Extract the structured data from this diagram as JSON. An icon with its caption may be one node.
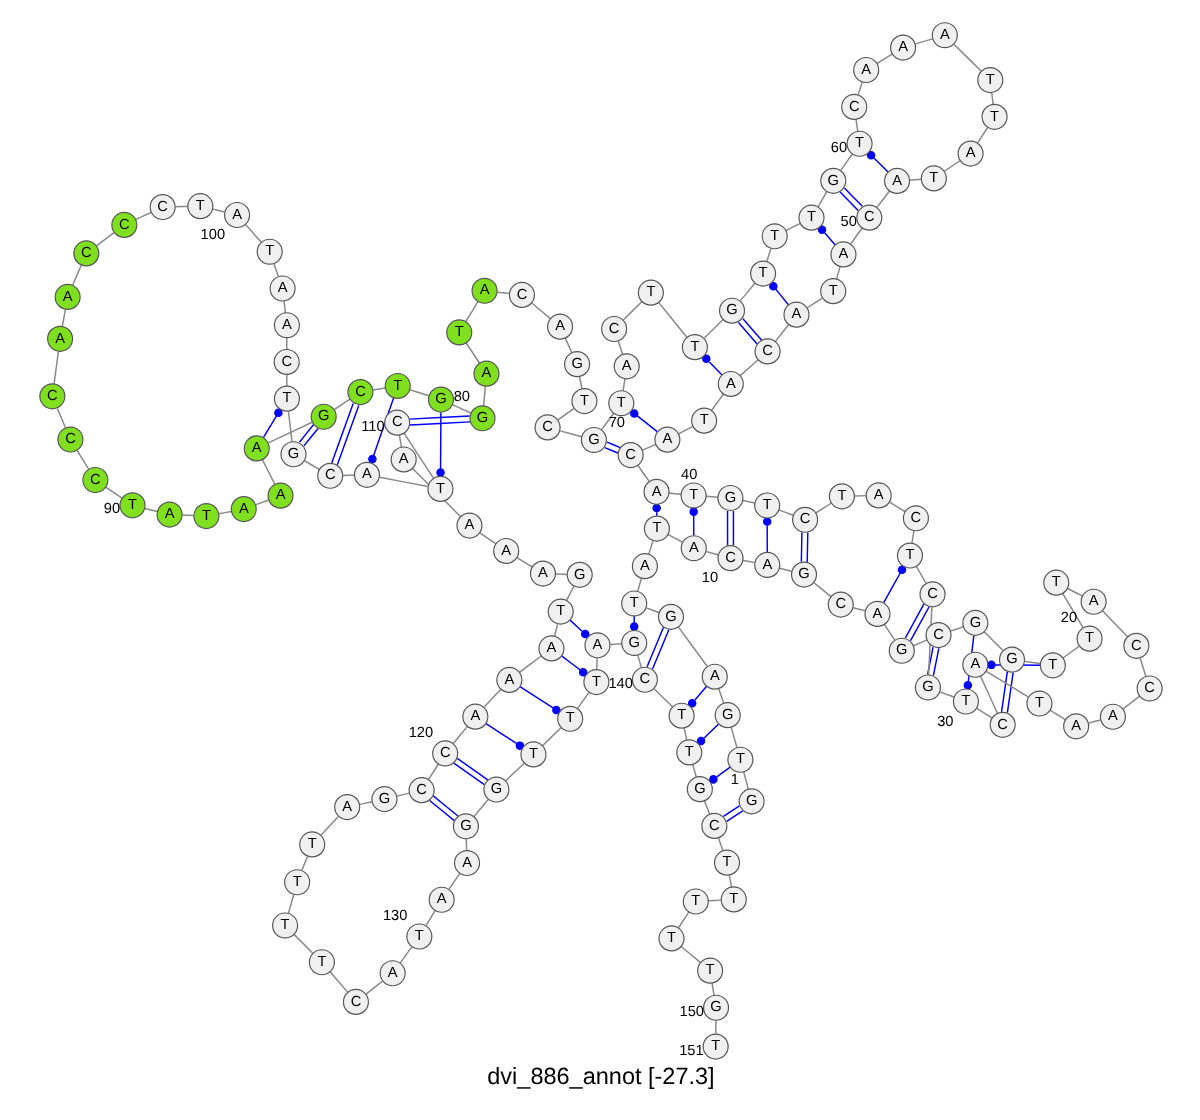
{
  "diagram": {
    "caption": "dvi_886_annot [-27.3]",
    "nodes": [
      {
        "text": [
          "G"
        ],
        "beside": [
          "1"
        ]
      },
      {
        "text": [
          "T"
        ]
      },
      {
        "text": [
          "G"
        ]
      },
      {
        "text": [
          "A"
        ]
      },
      {
        "text": [
          "G"
        ]
      },
      {
        "text": [
          "T"
        ]
      },
      {
        "text": [
          "A"
        ]
      },
      {
        "text": [
          "T"
        ]
      },
      {
        "text": [
          "A"
        ]
      },
      {
        "text": [
          "C"
        ],
        "beside": [
          "10"
        ]
      },
      {
        "text": [
          "A"
        ]
      },
      {
        "text": [
          "G"
        ]
      },
      {
        "text": [
          "C"
        ]
      },
      {
        "text": [
          "A"
        ]
      },
      {
        "text": [
          "G"
        ]
      },
      {
        "text": [
          "C"
        ]
      },
      {
        "text": [
          "G"
        ]
      },
      {
        "text": [
          "G"
        ]
      },
      {
        "text": [
          "T"
        ]
      },
      {
        "text": [
          "T"
        ],
        "beside": [
          "20"
        ]
      },
      {
        "text": [
          "T"
        ]
      },
      {
        "text": [
          "A"
        ]
      },
      {
        "text": [
          "C"
        ]
      },
      {
        "text": [
          "C"
        ]
      },
      {
        "text": [
          "A"
        ]
      },
      {
        "text": [
          "A"
        ]
      },
      {
        "text": [
          "T"
        ]
      },
      {
        "text": [
          "A"
        ]
      },
      {
        "text": [
          "C"
        ]
      },
      {
        "text": [
          "T"
        ],
        "beside": [
          "30"
        ]
      },
      {
        "text": [
          "G"
        ]
      },
      {
        "text": [
          "C"
        ]
      },
      {
        "text": [
          "T"
        ]
      },
      {
        "text": [
          "C"
        ]
      },
      {
        "text": [
          "A"
        ]
      },
      {
        "text": [
          "T"
        ]
      },
      {
        "text": [
          "C"
        ]
      },
      {
        "text": [
          "T"
        ]
      },
      {
        "text": [
          "G"
        ]
      },
      {
        "text": [
          "T"
        ],
        "beside": [
          "40"
        ]
      },
      {
        "text": [
          "A"
        ]
      },
      {
        "text": [
          "C"
        ]
      },
      {
        "text": [
          "A"
        ]
      },
      {
        "text": [
          "T"
        ]
      },
      {
        "text": [
          "A"
        ]
      },
      {
        "text": [
          "C"
        ]
      },
      {
        "text": [
          "A"
        ]
      },
      {
        "text": [
          "T"
        ]
      },
      {
        "text": [
          "A"
        ]
      },
      {
        "text": [
          "C"
        ],
        "beside": [
          "50"
        ]
      },
      {
        "text": [
          "A"
        ]
      },
      {
        "text": [
          "T"
        ]
      },
      {
        "text": [
          "A"
        ]
      },
      {
        "text": [
          "T"
        ]
      },
      {
        "text": [
          "T"
        ]
      },
      {
        "text": [
          "A"
        ]
      },
      {
        "text": [
          "A"
        ]
      },
      {
        "text": [
          "A"
        ]
      },
      {
        "text": [
          "C"
        ]
      },
      {
        "text": [
          "T"
        ],
        "beside": [
          "60"
        ]
      },
      {
        "text": [
          "G"
        ]
      },
      {
        "text": [
          "T"
        ]
      },
      {
        "text": [
          "T"
        ]
      },
      {
        "text": [
          "T"
        ]
      },
      {
        "text": [
          "G"
        ]
      },
      {
        "text": [
          "T"
        ]
      },
      {
        "text": [
          "T"
        ]
      },
      {
        "text": [
          "C"
        ]
      },
      {
        "text": [
          "A"
        ]
      },
      {
        "text": [
          "T"
        ],
        "beside": [
          "70"
        ]
      },
      {
        "text": [
          "G"
        ]
      },
      {
        "text": [
          "C"
        ]
      },
      {
        "text": [
          "T"
        ]
      },
      {
        "text": [
          "G"
        ]
      },
      {
        "text": [
          "A"
        ]
      },
      {
        "text": [
          "C"
        ]
      },
      {
        "text": [
          "A"
        ]
      },
      {
        "text": [
          "T"
        ]
      },
      {
        "text": [
          "A"
        ]
      },
      {
        "text": [
          "G"
        ],
        "beside": [
          "80"
        ]
      },
      {
        "text": [
          "G"
        ]
      },
      {
        "text": [
          "T"
        ]
      },
      {
        "text": [
          "C"
        ]
      },
      {
        "text": [
          "G"
        ]
      },
      {
        "text": [
          "A"
        ]
      },
      {
        "text": [
          "A"
        ]
      },
      {
        "text": [
          "A"
        ]
      },
      {
        "text": [
          "T"
        ]
      },
      {
        "text": [
          "A"
        ]
      },
      {
        "text": [
          "T"
        ],
        "beside": [
          "90"
        ]
      },
      {
        "text": [
          "C"
        ]
      },
      {
        "text": [
          "C"
        ]
      },
      {
        "text": [
          "C"
        ]
      },
      {
        "text": [
          "A"
        ]
      },
      {
        "text": [
          "A"
        ]
      },
      {
        "text": [
          "C"
        ]
      },
      {
        "text": [
          "C"
        ]
      },
      {
        "text": [
          "C"
        ]
      },
      {
        "text": [
          "T"
        ]
      },
      {
        "text": [
          "A"
        ],
        "beside": [
          "100"
        ]
      },
      {
        "text": [
          "T"
        ]
      },
      {
        "text": [
          "A"
        ]
      },
      {
        "text": [
          "A"
        ]
      },
      {
        "text": [
          "C"
        ]
      },
      {
        "text": [
          "T"
        ]
      },
      {
        "text": [
          "G"
        ]
      },
      {
        "text": [
          "C"
        ]
      },
      {
        "text": [
          "A"
        ]
      },
      {
        "text": [
          "T"
        ]
      },
      {
        "text": [
          "C"
        ],
        "beside": [
          "110"
        ]
      },
      {
        "text": [
          "A"
        ]
      },
      {
        "text": [
          "A"
        ]
      },
      {
        "text": [
          "A"
        ]
      },
      {
        "text": [
          "A"
        ]
      },
      {
        "text": [
          "G"
        ]
      },
      {
        "text": [
          "T"
        ]
      },
      {
        "text": [
          "A"
        ]
      },
      {
        "text": [
          "A"
        ]
      },
      {
        "text": [
          "A"
        ]
      },
      {
        "text": [
          "C"
        ],
        "beside": [
          "120"
        ]
      },
      {
        "text": [
          "C"
        ]
      },
      {
        "text": [
          "G"
        ]
      },
      {
        "text": [
          "A"
        ]
      },
      {
        "text": [
          "T"
        ]
      },
      {
        "text": [
          "T"
        ]
      },
      {
        "text": [
          "T"
        ]
      },
      {
        "text": [
          "T"
        ]
      },
      {
        "text": [
          "C"
        ]
      },
      {
        "text": [
          "A"
        ]
      },
      {
        "text": [
          "T"
        ],
        "beside": [
          "130"
        ]
      },
      {
        "text": [
          "A"
        ]
      },
      {
        "text": [
          "A"
        ]
      },
      {
        "text": [
          "G"
        ]
      },
      {
        "text": [
          "G"
        ]
      },
      {
        "text": [
          "T"
        ]
      },
      {
        "text": [
          "T"
        ]
      },
      {
        "text": [
          "T"
        ]
      },
      {
        "text": [
          "A"
        ]
      },
      {
        "text": [
          "G"
        ]
      },
      {
        "text": [
          "C"
        ],
        "beside": [
          "140"
        ]
      },
      {
        "text": [
          "T"
        ]
      },
      {
        "text": [
          "T"
        ]
      },
      {
        "text": [
          "G"
        ]
      },
      {
        "text": [
          "C"
        ]
      },
      {
        "text": [
          "T"
        ]
      },
      {
        "text": [
          "T"
        ]
      },
      {
        "text": [
          "T"
        ]
      },
      {
        "text": [
          "T"
        ]
      },
      {
        "text": [
          "T"
        ]
      },
      {
        "text": [
          "G"
        ],
        "beside": [
          "150"
        ]
      },
      {
        "text": [
          "T"
        ],
        "beside": [
          "151"
        ]
      }
    ],
    "edges": [
      {
        "from": 0,
        "to": 1,
        "arrow": "none"
      },
      {
        "from": 1,
        "to": 2,
        "arrow": "none"
      },
      {
        "from": 2,
        "to": 3,
        "arrow": "none"
      },
      {
        "from": 3,
        "to": 4,
        "arrow": "none"
      },
      {
        "from": 4,
        "to": 5,
        "arrow": "none"
      },
      {
        "from": 5,
        "to": 6,
        "arrow": "none"
      },
      {
        "from": 6,
        "to": 7,
        "arrow": "none"
      },
      {
        "from": 7,
        "to": 8,
        "arrow": "none"
      },
      {
        "from": 8,
        "to": 9,
        "arrow": "none"
      },
      {
        "from": 9,
        "to": 10,
        "arrow": "none"
      },
      {
        "from": 10,
        "to": 11,
        "arrow": "none"
      },
      {
        "from": 11,
        "to": 12,
        "arrow": "none"
      },
      {
        "from": 12,
        "to": 13,
        "arrow": "none"
      },
      {
        "from": 13,
        "to": 14,
        "arrow": "none"
      },
      {
        "from": 14,
        "to": 15,
        "arrow": "none"
      },
      {
        "from": 15,
        "to": 16,
        "arrow": "none"
      },
      {
        "from": 16,
        "to": 17,
        "arrow": "none"
      },
      {
        "from": 17,
        "to": 18,
        "arrow": "none"
      },
      {
        "from": 18,
        "to": 19,
        "arrow": "none"
      },
      {
        "from": 19,
        "to": 20,
        "arrow": "none"
      },
      {
        "from": 20,
        "to": 21,
        "arrow": "none"
      },
      {
        "from": 21,
        "to": 22,
        "arrow": "none"
      },
      {
        "from": 22,
        "to": 23,
        "arrow": "none"
      },
      {
        "from": 23,
        "to": 24,
        "arrow": "none"
      },
      {
        "from": 24,
        "to": 25,
        "arrow": "none"
      },
      {
        "from": 25,
        "to": 26,
        "arrow": "none"
      },
      {
        "from": 26,
        "to": 27,
        "arrow": "none"
      },
      {
        "from": 27,
        "to": 28,
        "arrow": "none"
      },
      {
        "from": 28,
        "to": 29,
        "arrow": "none"
      },
      {
        "from": 29,
        "to": 30,
        "arrow": "none"
      },
      {
        "from": 30,
        "to": 31,
        "arrow": "none"
      },
      {
        "from": 31,
        "to": 32,
        "arrow": "none"
      },
      {
        "from": 32,
        "to": 33,
        "arrow": "none"
      },
      {
        "from": 33,
        "to": 34,
        "arrow": "none"
      },
      {
        "from": 34,
        "to": 35,
        "arrow": "none"
      },
      {
        "from": 35,
        "to": 36,
        "arrow": "none"
      },
      {
        "from": 36,
        "to": 37,
        "arrow": "none"
      },
      {
        "from": 37,
        "to": 38,
        "arrow": "none"
      },
      {
        "from": 38,
        "to": 39,
        "arrow": "none"
      },
      {
        "from": 39,
        "to": 40,
        "arrow": "none"
      },
      {
        "from": 40,
        "to": 41,
        "arrow": "none"
      },
      {
        "from": 41,
        "to": 42,
        "arrow": "none"
      },
      {
        "from": 42,
        "to": 43,
        "arrow": "none"
      },
      {
        "from": 43,
        "to": 44,
        "arrow": "none"
      },
      {
        "from": 44,
        "to": 45,
        "arrow": "none"
      },
      {
        "from": 45,
        "to": 46,
        "arrow": "none"
      },
      {
        "from": 46,
        "to": 47,
        "arrow": "none"
      },
      {
        "from": 47,
        "to": 48,
        "arrow": "none"
      },
      {
        "from": 48,
        "to": 49,
        "arrow": "none"
      },
      {
        "from": 49,
        "to": 50,
        "arrow": "none"
      },
      {
        "from": 50,
        "to": 51,
        "arrow": "none"
      },
      {
        "from": 51,
        "to": 52,
        "arrow": "none"
      },
      {
        "from": 52,
        "to": 53,
        "arrow": "none"
      },
      {
        "from": 53,
        "to": 54,
        "arrow": "none"
      },
      {
        "from": 54,
        "to": 55,
        "arrow": "none"
      },
      {
        "from": 55,
        "to": 56,
        "arrow": "none"
      },
      {
        "from": 56,
        "to": 57,
        "arrow": "none"
      },
      {
        "from": 57,
        "to": 58,
        "arrow": "none"
      },
      {
        "from": 58,
        "to": 59,
        "arrow": "none"
      },
      {
        "from": 59,
        "to": 60,
        "arrow": "none"
      },
      {
        "from": 60,
        "to": 61,
        "arrow": "none"
      },
      {
        "from": 61,
        "to": 62,
        "arrow": "none"
      },
      {
        "from": 62,
        "to": 63,
        "arrow": "none"
      },
      {
        "from": 63,
        "to": 64,
        "arrow": "none"
      },
      {
        "from": 64,
        "to": 65,
        "arrow": "none"
      },
      {
        "from": 65,
        "to": 66,
        "arrow": "none"
      },
      {
        "from": 66,
        "to": 67,
        "arrow": "none"
      },
      {
        "from": 67,
        "to": 68,
        "arrow": "none"
      },
      {
        "from": 68,
        "to": 69,
        "arrow": "none"
      },
      {
        "from": 69,
        "to": 70,
        "arrow": "none"
      },
      {
        "from": 70,
        "to": 71,
        "arrow": "none"
      },
      {
        "from": 71,
        "to": 72,
        "arrow": "none"
      },
      {
        "from": 72,
        "to": 73,
        "arrow": "none"
      },
      {
        "from": 73,
        "to": 74,
        "arrow": "none"
      },
      {
        "from": 74,
        "to": 75,
        "arrow": "none"
      },
      {
        "from": 75,
        "to": 76,
        "arrow": "none"
      },
      {
        "from": 76,
        "to": 77,
        "arrow": "none"
      },
      {
        "from": 77,
        "to": 78,
        "arrow": "none"
      },
      {
        "from": 78,
        "to": 79,
        "arrow": "none"
      },
      {
        "from": 79,
        "to": 80,
        "arrow": "none"
      },
      {
        "from": 80,
        "to": 81,
        "arrow": "none"
      },
      {
        "from": 81,
        "to": 82,
        "arrow": "none"
      },
      {
        "from": 82,
        "to": 83,
        "arrow": "none"
      },
      {
        "from": 83,
        "to": 84,
        "arrow": "none"
      },
      {
        "from": 84,
        "to": 85,
        "arrow": "none"
      },
      {
        "from": 85,
        "to": 86,
        "arrow": "none"
      },
      {
        "from": 86,
        "to": 87,
        "arrow": "none"
      },
      {
        "from": 87,
        "to": 88,
        "arrow": "none"
      },
      {
        "from": 88,
        "to": 89,
        "arrow": "none"
      },
      {
        "from": 89,
        "to": 90,
        "arrow": "none"
      },
      {
        "from": 90,
        "to": 91,
        "arrow": "none"
      },
      {
        "from": 91,
        "to": 92,
        "arrow": "none"
      },
      {
        "from": 92,
        "to": 93,
        "arrow": "none"
      },
      {
        "from": 93,
        "to": 94,
        "arrow": "none"
      },
      {
        "from": 94,
        "to": 95,
        "arrow": "none"
      },
      {
        "from": 95,
        "to": 96,
        "arrow": "none"
      },
      {
        "from": 96,
        "to": 97,
        "arrow": "none"
      },
      {
        "from": 97,
        "to": 98,
        "arrow": "none"
      },
      {
        "from": 98,
        "to": 99,
        "arrow": "none"
      },
      {
        "from": 99,
        "to": 100,
        "arrow": "none"
      },
      {
        "from": 100,
        "to": 101,
        "arrow": "none"
      },
      {
        "from": 101,
        "to": 102,
        "arrow": "none"
      },
      {
        "from": 102,
        "to": 103,
        "arrow": "none"
      },
      {
        "from": 103,
        "to": 104,
        "arrow": "none"
      },
      {
        "from": 104,
        "to": 105,
        "arrow": "none"
      },
      {
        "from": 105,
        "to": 106,
        "arrow": "none"
      },
      {
        "from": 106,
        "to": 107,
        "arrow": "none"
      },
      {
        "from": 107,
        "to": 108,
        "arrow": "none"
      },
      {
        "from": 108,
        "to": 109,
        "arrow": "none"
      },
      {
        "from": 109,
        "to": 110,
        "arrow": "none"
      },
      {
        "from": 110,
        "to": 111,
        "arrow": "none"
      },
      {
        "from": 111,
        "to": 112,
        "arrow": "none"
      },
      {
        "from": 112,
        "to": 113,
        "arrow": "none"
      },
      {
        "from": 113,
        "to": 114,
        "arrow": "none"
      },
      {
        "from": 114,
        "to": 115,
        "arrow": "none"
      },
      {
        "from": 115,
        "to": 116,
        "arrow": "none"
      },
      {
        "from": 116,
        "to": 117,
        "arrow": "none"
      },
      {
        "from": 117,
        "to": 118,
        "arrow": "none"
      },
      {
        "from": 118,
        "to": 119,
        "arrow": "none"
      },
      {
        "from": 119,
        "to": 120,
        "arrow": "none"
      },
      {
        "from": 120,
        "to": 121,
        "arrow": "none"
      },
      {
        "from": 121,
        "to": 122,
        "arrow": "none"
      },
      {
        "from": 122,
        "to": 123,
        "arrow": "none"
      },
      {
        "from": 123,
        "to": 124,
        "arrow": "none"
      },
      {
        "from": 124,
        "to": 125,
        "arrow": "none"
      },
      {
        "from": 125,
        "to": 126,
        "arrow": "none"
      },
      {
        "from": 126,
        "to": 127,
        "arrow": "none"
      },
      {
        "from": 127,
        "to": 128,
        "arrow": "none"
      },
      {
        "from": 128,
        "to": 129,
        "arrow": "none"
      },
      {
        "from": 129,
        "to": 130,
        "arrow": "none"
      },
      {
        "from": 130,
        "to": 131,
        "arrow": "none"
      },
      {
        "from": 131,
        "to": 132,
        "arrow": "none"
      },
      {
        "from": 132,
        "to": 133,
        "arrow": "none"
      },
      {
        "from": 133,
        "to": 134,
        "arrow": "none"
      },
      {
        "from": 134,
        "to": 135,
        "arrow": "none"
      },
      {
        "from": 135,
        "to": 136,
        "arrow": "none"
      },
      {
        "from": 136,
        "to": 137,
        "arrow": "none"
      },
      {
        "from": 137,
        "to": 138,
        "arrow": "none"
      },
      {
        "from": 138,
        "to": 139,
        "arrow": "none"
      },
      {
        "from": 139,
        "to": 140,
        "arrow": "none"
      },
      {
        "from": 140,
        "to": 141,
        "arrow": "none"
      },
      {
        "from": 141,
        "to": 142,
        "arrow": "none"
      },
      {
        "from": 142,
        "to": 143,
        "arrow": "none"
      },
      {
        "from": 143,
        "to": 144,
        "arrow": "none"
      },
      {
        "from": 144,
        "to": 145,
        "arrow": "none"
      },
      {
        "from": 145,
        "to": 146,
        "arrow": "none"
      },
      {
        "from": 146,
        "to": 147,
        "arrow": "none"
      },
      {
        "from": 147,
        "to": 148,
        "arrow": "none"
      },
      {
        "from": 148,
        "to": 149,
        "arrow": "none"
      },
      {
        "from": 149,
        "to": 150,
        "arrow": "none"
      },
      {
        "from": 0,
        "to": 143,
        "arrow": "none",
        "color": "#0000ff"
      },
      {
        "from": 1,
        "to": 142,
        "arrow": "other",
        "color": "#0000ff"
      },
      {
        "from": 2,
        "to": 141,
        "arrow": "other",
        "color": "#0000ff"
      },
      {
        "from": 3,
        "to": 140,
        "arrow": "other",
        "color": "#0000ff"
      },
      {
        "from": 4,
        "to": 139,
        "arrow": "none",
        "color": "#0000ff"
      },
      {
        "from": 5,
        "to": 138,
        "arrow": "other",
        "color": "#0000ff"
      },
      {
        "from": 7,
        "to": 40,
        "arrow": "other",
        "color": "#0000ff"
      },
      {
        "from": 8,
        "to": 39,
        "arrow": "other",
        "color": "#0000ff"
      },
      {
        "from": 9,
        "to": 38,
        "arrow": "none",
        "color": "#0000ff"
      },
      {
        "from": 10,
        "to": 37,
        "arrow": "other",
        "color": "#0000ff"
      },
      {
        "from": 11,
        "to": 36,
        "arrow": "none",
        "color": "#0000ff"
      },
      {
        "from": 13,
        "to": 32,
        "arrow": "other",
        "color": "#0000ff"
      },
      {
        "from": 14,
        "to": 31,
        "arrow": "none",
        "color": "#0000ff"
      },
      {
        "from": 15,
        "to": 30,
        "arrow": "none",
        "color": "#0000ff"
      },
      {
        "from": 16,
        "to": 29,
        "arrow": "other",
        "color": "#0000ff"
      },
      {
        "from": 17,
        "to": 28,
        "arrow": "none",
        "color": "#0000ff"
      },
      {
        "from": 18,
        "to": 27,
        "arrow": "other",
        "color": "#0000ff"
      },
      {
        "from": 41,
        "to": 70,
        "arrow": "none",
        "color": "#0000ff"
      },
      {
        "from": 42,
        "to": 69,
        "arrow": "other",
        "color": "#0000ff"
      },
      {
        "from": 44,
        "to": 65,
        "arrow": "other",
        "color": "#0000ff"
      },
      {
        "from": 45,
        "to": 64,
        "arrow": "none",
        "color": "#0000ff"
      },
      {
        "from": 46,
        "to": 63,
        "arrow": "other",
        "color": "#0000ff"
      },
      {
        "from": 48,
        "to": 61,
        "arrow": "other",
        "color": "#0000ff"
      },
      {
        "from": 49,
        "to": 60,
        "arrow": "none",
        "color": "#0000ff"
      },
      {
        "from": 50,
        "to": 59,
        "arrow": "other",
        "color": "#0000ff"
      },
      {
        "from": 79,
        "to": 109,
        "arrow": "none",
        "color": "#0000ff"
      },
      {
        "from": 80,
        "to": 108,
        "arrow": "other",
        "color": "#0000ff"
      },
      {
        "from": 81,
        "to": 107,
        "arrow": "other",
        "color": "#0000ff"
      },
      {
        "from": 82,
        "to": 106,
        "arrow": "none",
        "color": "#0000ff"
      },
      {
        "from": 83,
        "to": 105,
        "arrow": "none",
        "color": "#0000ff"
      },
      {
        "from": 84,
        "to": 104,
        "arrow": "other",
        "color": "#0000ff"
      },
      {
        "from": 115,
        "to": 137,
        "arrow": "other",
        "color": "#0000ff"
      },
      {
        "from": 116,
        "to": 136,
        "arrow": "other",
        "color": "#0000ff"
      },
      {
        "from": 117,
        "to": 135,
        "arrow": "other",
        "color": "#0000ff"
      },
      {
        "from": 118,
        "to": 134,
        "arrow": "other",
        "color": "#0000ff"
      },
      {
        "from": 119,
        "to": 133,
        "arrow": "none",
        "color": "#0000ff"
      },
      {
        "from": 120,
        "to": 132,
        "arrow": "none",
        "color": "#0000ff"
      }
    ]
  }
}
